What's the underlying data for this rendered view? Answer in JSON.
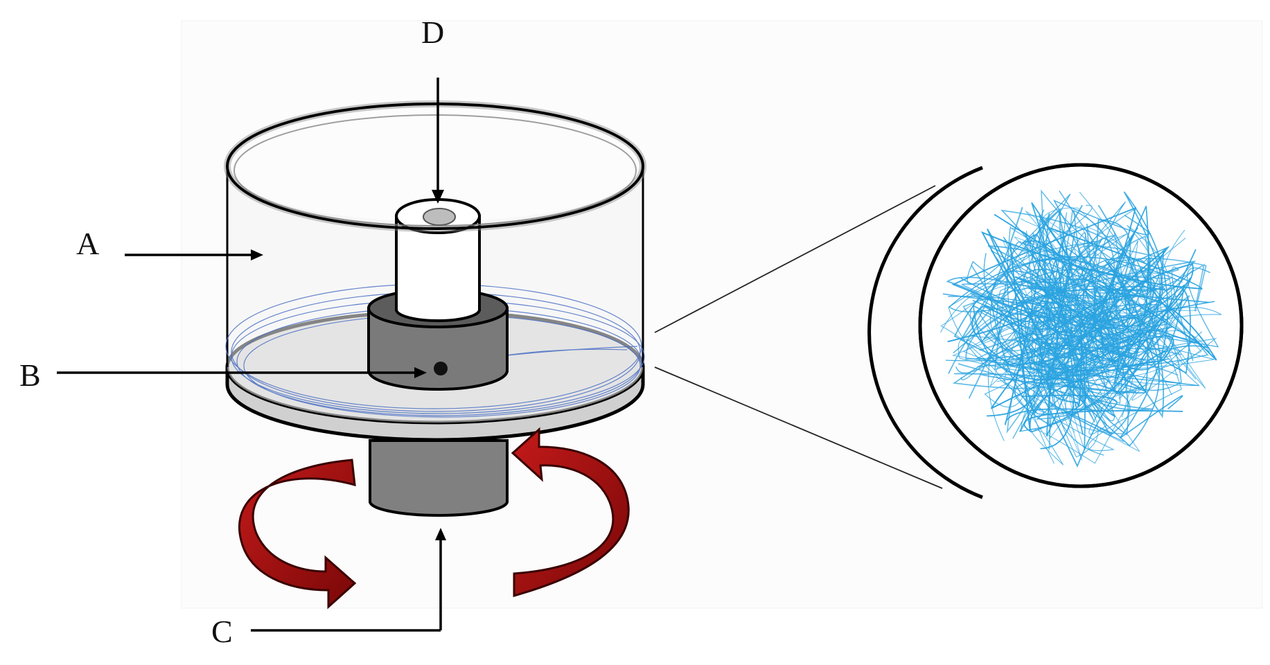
{
  "labels": {
    "A": "A",
    "B": "B",
    "C": "C",
    "D": "D"
  },
  "colors": {
    "chamber_fill": "#f2f2f2",
    "collector_plate": "#d2d2d2",
    "hub_dark": "#7a7a7a",
    "hub_light": "#ffffff",
    "rotation_arrow": "#a01010",
    "fiber": "#2aa3e0",
    "outline": "#000000"
  },
  "icons": {
    "rotation": "rotation-arrow-icon"
  }
}
